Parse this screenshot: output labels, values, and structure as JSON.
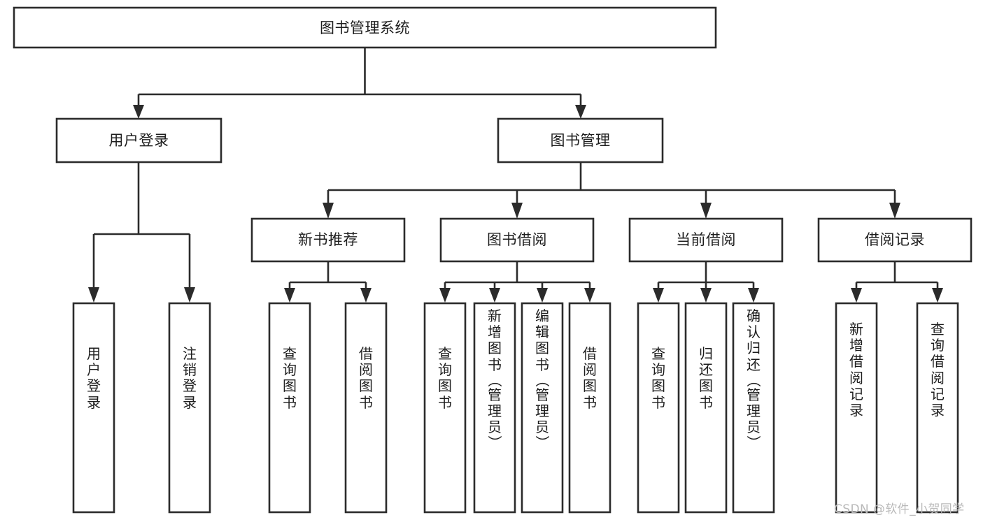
{
  "diagram": {
    "type": "tree-hierarchy-flowchart",
    "title": "图书管理系统",
    "background_color": "#ffffff",
    "line_color": "#2b2b2b",
    "text_color": "#1d1d1d",
    "root": {
      "label": "图书管理系统",
      "orientation": "horizontal"
    },
    "level2": [
      {
        "label": "用户登录",
        "orientation": "horizontal"
      },
      {
        "label": "图书管理",
        "orientation": "horizontal"
      }
    ],
    "level3": [
      {
        "label": "新书推荐",
        "orientation": "horizontal",
        "parent": "图书管理"
      },
      {
        "label": "图书借阅",
        "orientation": "horizontal",
        "parent": "图书管理"
      },
      {
        "label": "当前借阅",
        "orientation": "horizontal",
        "parent": "图书管理"
      },
      {
        "label": "借阅记录",
        "orientation": "horizontal",
        "parent": "图书管理"
      }
    ],
    "leaves": [
      {
        "label": "用户登录",
        "chars": [
          "用",
          "户",
          "登",
          "录"
        ],
        "parent": "用户登录",
        "orientation": "vertical"
      },
      {
        "label": "注销登录",
        "chars": [
          "注",
          "销",
          "登",
          "录"
        ],
        "parent": "用户登录",
        "orientation": "vertical"
      },
      {
        "label": "查询图书",
        "chars": [
          "查",
          "询",
          "图",
          "书"
        ],
        "parent": "新书推荐",
        "orientation": "vertical"
      },
      {
        "label": "借阅图书",
        "chars": [
          "借",
          "阅",
          "图",
          "书"
        ],
        "parent": "新书推荐",
        "orientation": "vertical"
      },
      {
        "label": "查询图书",
        "chars": [
          "查",
          "询",
          "图",
          "书"
        ],
        "parent": "图书借阅",
        "orientation": "vertical"
      },
      {
        "label": "新增图书（管理员）",
        "chars": [
          "新",
          "增",
          "图",
          "书",
          "（",
          "管",
          "理",
          "员",
          "）"
        ],
        "parent": "图书借阅",
        "orientation": "vertical"
      },
      {
        "label": "编辑图书（管理员）",
        "chars": [
          "编",
          "辑",
          "图",
          "书",
          "（",
          "管",
          "理",
          "员",
          "）"
        ],
        "parent": "图书借阅",
        "orientation": "vertical"
      },
      {
        "label": "借阅图书",
        "chars": [
          "借",
          "阅",
          "图",
          "书"
        ],
        "parent": "图书借阅",
        "orientation": "vertical"
      },
      {
        "label": "查询图书",
        "chars": [
          "查",
          "询",
          "图",
          "书"
        ],
        "parent": "当前借阅",
        "orientation": "vertical"
      },
      {
        "label": "归还图书",
        "chars": [
          "归",
          "还",
          "图",
          "书"
        ],
        "parent": "当前借阅",
        "orientation": "vertical"
      },
      {
        "label": "确认归还（管理员）",
        "chars": [
          "确",
          "认",
          "归",
          "还",
          "（",
          "管",
          "理",
          "员",
          "）"
        ],
        "parent": "当前借阅",
        "orientation": "vertical"
      },
      {
        "label": "新增借阅记录",
        "chars": [
          "新",
          "增",
          "借",
          "阅",
          "记",
          "录"
        ],
        "parent": "借阅记录",
        "orientation": "vertical"
      },
      {
        "label": "查询借阅记录",
        "chars": [
          "查",
          "询",
          "借",
          "阅",
          "记",
          "录"
        ],
        "parent": "借阅记录",
        "orientation": "vertical"
      }
    ]
  },
  "watermark": {
    "text": "CSDN @软件_小贺同学",
    "color": "#b9b9b9"
  }
}
